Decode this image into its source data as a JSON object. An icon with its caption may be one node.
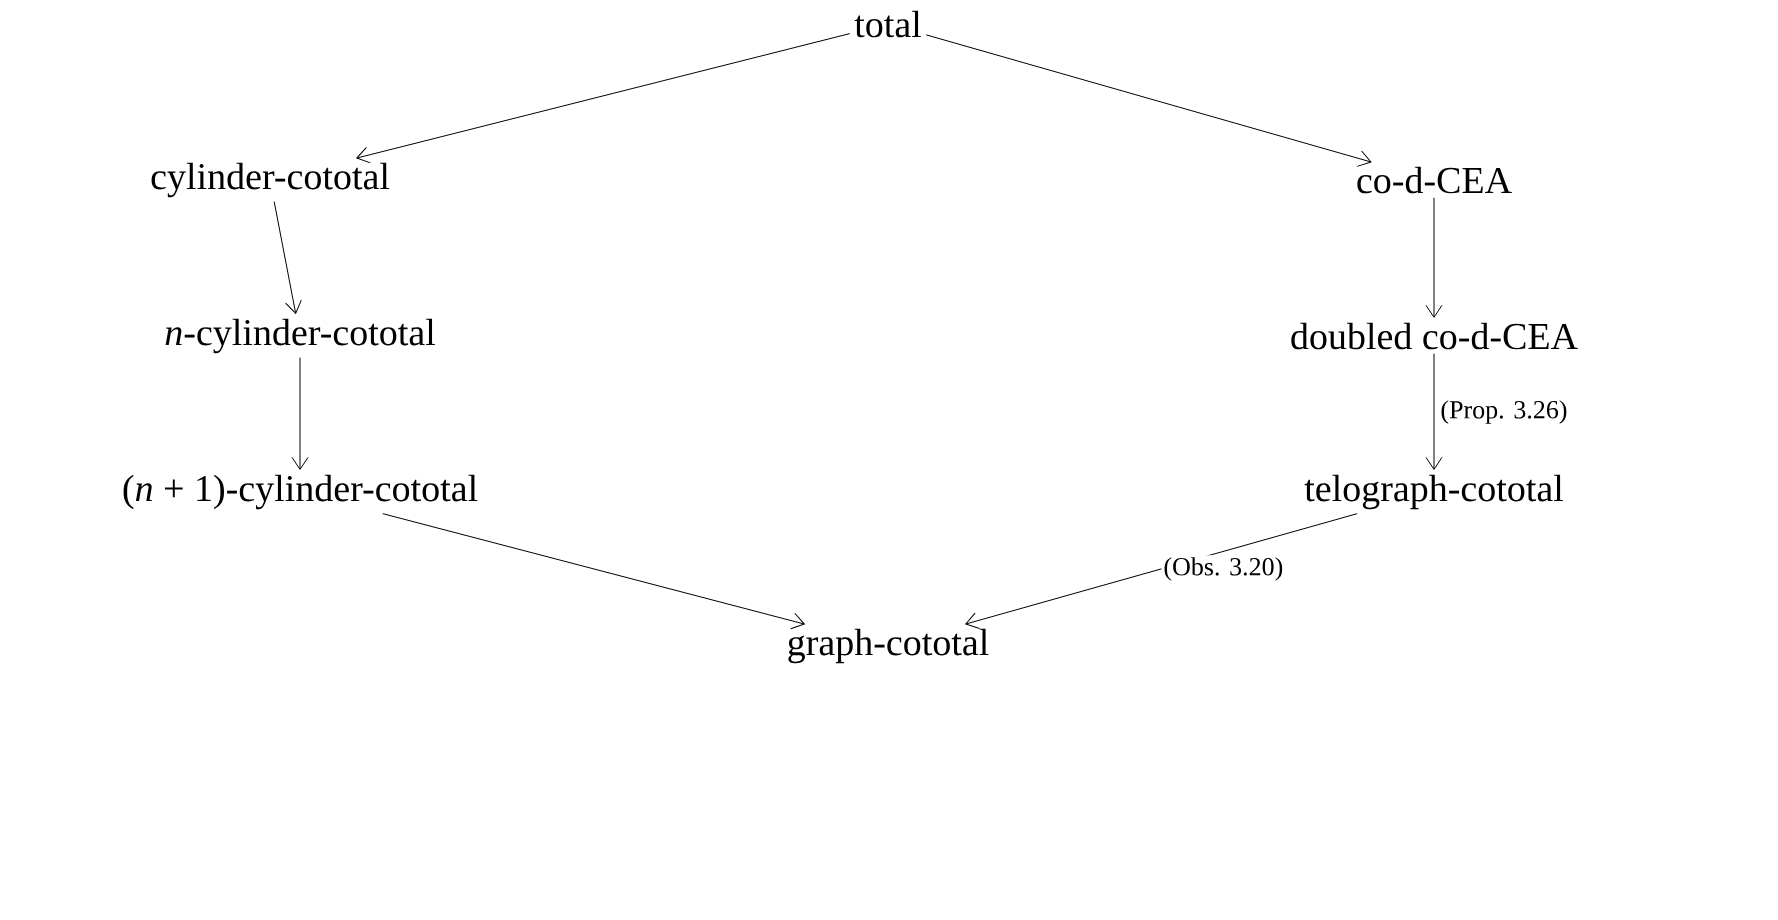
{
  "diagram": {
    "nodes": [
      {
        "text": [
          "total"
        ]
      },
      {
        "text": [
          "cylinder-cototal"
        ]
      },
      {
        "text": [
          "co-d-CEA"
        ]
      },
      {
        "text": [
          "*n*-cylinder-cototal"
        ]
      },
      {
        "text": [
          "doubled co-d-CEA"
        ]
      },
      {
        "text": [
          "(*n* + 1)-cylinder-cototal"
        ]
      },
      {
        "text": [
          "telograph-cototal"
        ]
      },
      {
        "text": [
          "graph-cototal"
        ]
      }
    ],
    "edges": [
      {
        "from": 0,
        "to": 1,
        "arrow": "to"
      },
      {
        "from": 0,
        "to": 2,
        "arrow": "to"
      },
      {
        "from": 1,
        "to": 3,
        "arrow": "to"
      },
      {
        "from": 3,
        "to": 5,
        "arrow": "to"
      },
      {
        "from": 2,
        "to": 4,
        "arrow": "to"
      },
      {
        "from": 4,
        "to": 6,
        "arrow": "to",
        "label": "(Prop. 3.26)"
      },
      {
        "from": 5,
        "to": 7,
        "arrow": "to"
      },
      {
        "from": 6,
        "to": 7,
        "arrow": "to",
        "label": "(Obs. 3.20)"
      }
    ]
  }
}
